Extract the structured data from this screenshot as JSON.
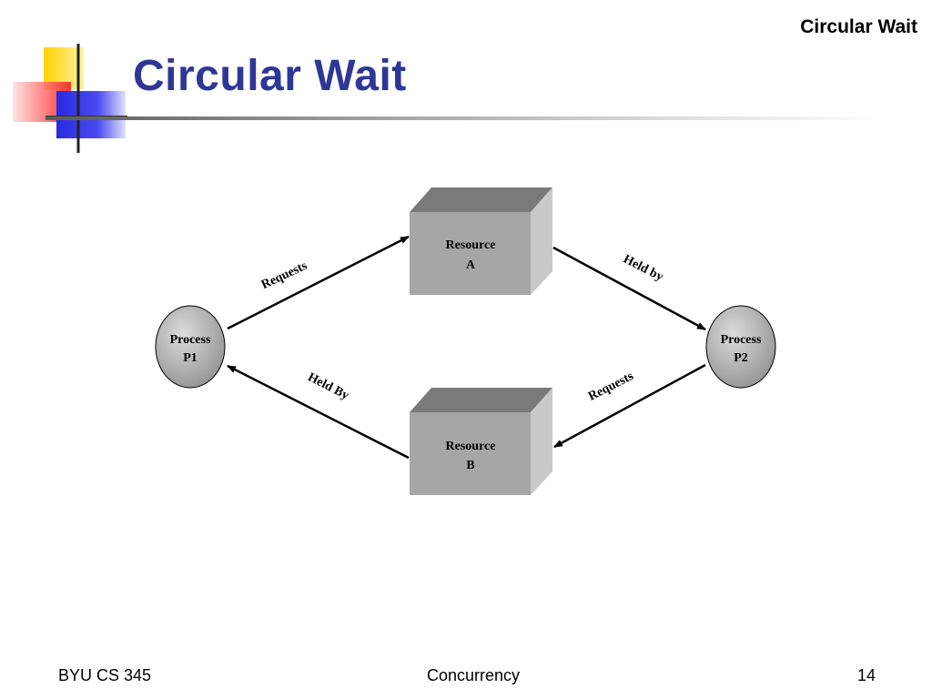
{
  "header": {
    "corner_title": "Circular Wait",
    "title": "Circular Wait"
  },
  "diagram": {
    "nodes": {
      "resource_a": [
        "Resource",
        "A"
      ],
      "resource_b": [
        "Resource",
        "B"
      ],
      "process_p1": [
        "Process",
        "P1"
      ],
      "process_p2": [
        "Process",
        "P2"
      ]
    },
    "edges": {
      "p1_to_a": "Requests",
      "a_to_p2": "Held by",
      "p2_to_b": "Requests",
      "b_to_p1": "Held By"
    },
    "colors": {
      "box_front": "#a6a6a6",
      "box_top": "#7a7a7a",
      "box_side": "#c9c9c9",
      "circle_fill": "#b5b5b5",
      "title": "#2f3796"
    }
  },
  "footer": {
    "left": "BYU CS 345",
    "center": "Concurrency",
    "page": "14"
  }
}
